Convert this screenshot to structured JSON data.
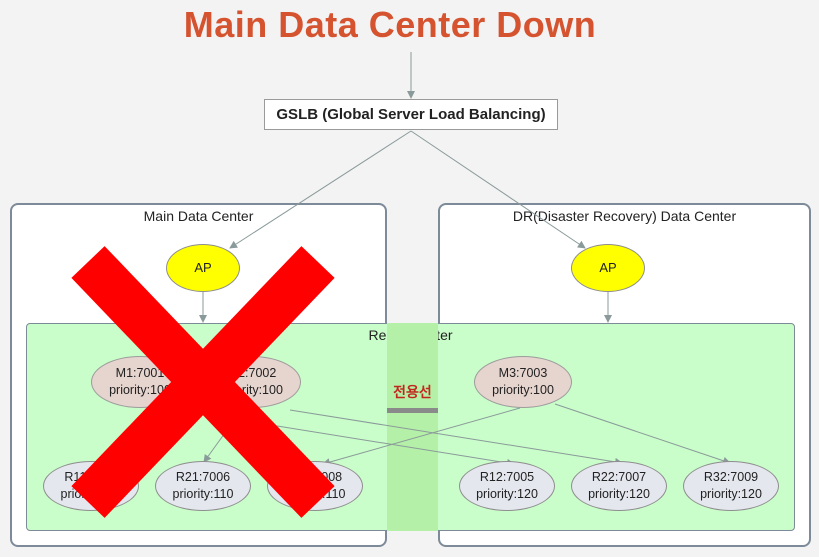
{
  "title": "Main Data Center Down",
  "gslb": {
    "label": "GSLB (Global Server Load Balancing)"
  },
  "main_dc": {
    "label": "Main  Data Center",
    "ap": "AP"
  },
  "dr_dc": {
    "label": "DR(Disaster Recovery) Data Center",
    "ap": "AP"
  },
  "cluster": {
    "label": "Redis Cluster",
    "dedicated_line": "전용선"
  },
  "masters": [
    {
      "name": "M1:7001",
      "priority": "priority:100"
    },
    {
      "name": "M2:7002",
      "priority": "priority:100"
    },
    {
      "name": "M3:7003",
      "priority": "priority:100"
    }
  ],
  "replicas": [
    {
      "name": "R11:7004",
      "priority": "priority:110"
    },
    {
      "name": "R21:7006",
      "priority": "priority:110"
    },
    {
      "name": "R31:7008",
      "priority": "priority:110"
    },
    {
      "name": "R12:7005",
      "priority": "priority:120"
    },
    {
      "name": "R22:7007",
      "priority": "priority:120"
    },
    {
      "name": "R32:7009",
      "priority": "priority:120"
    }
  ],
  "colors": {
    "title": "#d5532f",
    "failure_cross": "#ff0000",
    "ap_fill": "#ffff00",
    "cluster_fill": "#c9fdc9",
    "master_fill": "#e6d4ce",
    "replica_fill": "#e5e7ef",
    "dedicated_line_text": "#c0281c"
  }
}
